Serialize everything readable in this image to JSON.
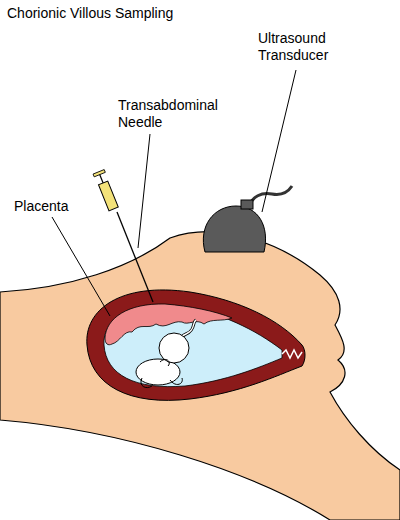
{
  "diagram": {
    "title": "Chorionic Villous Sampling",
    "labels": [
      "Ultrasound Transducer",
      "Transabdominal Needle",
      "Placenta"
    ]
  }
}
